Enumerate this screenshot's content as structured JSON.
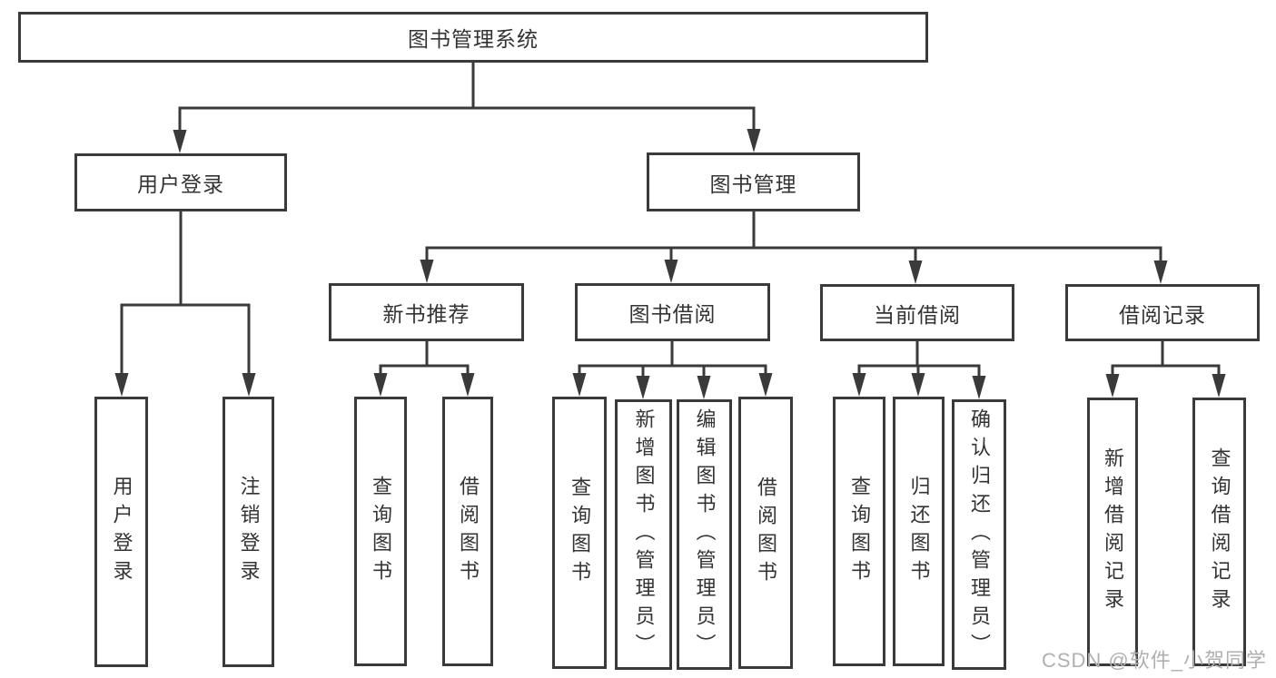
{
  "diagram": {
    "root": "图书管理系统",
    "level2": [
      "用户登录",
      "图书管理"
    ],
    "level3": [
      "新书推荐",
      "图书借阅",
      "当前借阅",
      "借阅记录"
    ],
    "leaves": {
      "user_login": [
        "用户登录",
        "注销登录"
      ],
      "new_book_recommend": [
        "查询图书",
        "借阅图书"
      ],
      "book_borrow": [
        "查询图书",
        "新增图书（管理员）",
        "编辑图书（管理员）",
        "借阅图书"
      ],
      "current_borrow": [
        "查询图书",
        "归还图书",
        "确认归还（管理员）"
      ],
      "borrow_record": [
        "新增借阅记录",
        "查询借阅记录"
      ]
    }
  },
  "watermark": "CSDN @软件_小贺同学",
  "colors": {
    "line": "#3a3a3a",
    "box_border": "#3a3a3a",
    "text": "#333333",
    "watermark": "#b0b0b0",
    "background": "#ffffff"
  }
}
